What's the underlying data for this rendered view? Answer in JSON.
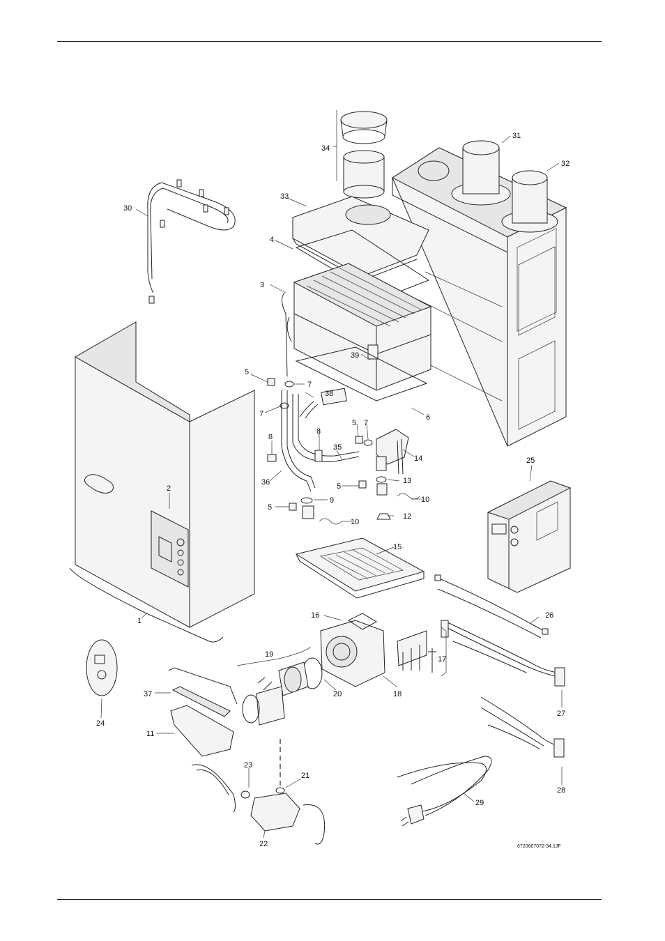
{
  "figure_code": "6720607072-34.1JF",
  "callouts": [
    "1",
    "2",
    "3",
    "4",
    "5",
    "5",
    "5",
    "5",
    "6",
    "7",
    "7",
    "7",
    "8",
    "8",
    "9",
    "10",
    "10",
    "11",
    "12",
    "13",
    "14",
    "15",
    "16",
    "17",
    "18",
    "19",
    "20",
    "21",
    "22",
    "23",
    "24",
    "25",
    "26",
    "27",
    "28",
    "29",
    "30",
    "31",
    "32",
    "33",
    "34",
    "35",
    "36",
    "37",
    "38",
    "39"
  ]
}
